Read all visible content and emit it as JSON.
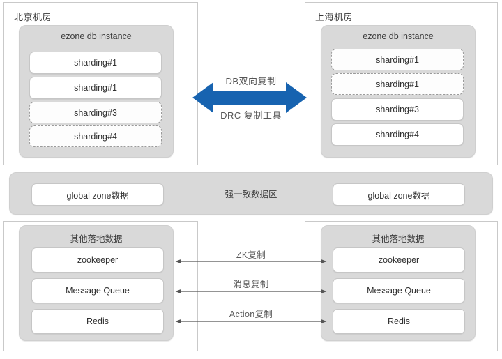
{
  "colors": {
    "arrow_blue": "#1763b0",
    "group_gray": "#d9d9d9",
    "panel_border": "#c9c9c9",
    "line_gray": "#555555",
    "chip_white": "#ffffff"
  },
  "left_datacenter": {
    "title": "北京机房",
    "db_group": {
      "title": "ezone db instance",
      "shards": [
        {
          "label": "sharding#1",
          "style": "solid"
        },
        {
          "label": "sharding#1",
          "style": "solid"
        },
        {
          "label": "sharding#3",
          "style": "dashed"
        },
        {
          "label": "sharding#4",
          "style": "dashed"
        }
      ]
    },
    "landing_group": {
      "title": "其他落地数据",
      "items": [
        {
          "label": "zookeeper"
        },
        {
          "label": "Message Queue"
        },
        {
          "label": "Redis"
        }
      ]
    },
    "global_zone_label": "global zone数据"
  },
  "right_datacenter": {
    "title": "上海机房",
    "db_group": {
      "title": "ezone db instance",
      "shards": [
        {
          "label": "sharding#1",
          "style": "dashed"
        },
        {
          "label": "sharding#1",
          "style": "dashed"
        },
        {
          "label": "sharding#3",
          "style": "solid"
        },
        {
          "label": "sharding#4",
          "style": "solid"
        }
      ]
    },
    "landing_group": {
      "title": "其他落地数据",
      "items": [
        {
          "label": "zookeeper"
        },
        {
          "label": "Message Queue"
        },
        {
          "label": "Redis"
        }
      ]
    },
    "global_zone_label": "global zone数据"
  },
  "center": {
    "db_arrow_top_label": "DB双向复制",
    "db_arrow_bottom_label": "DRC 复制工具",
    "consistency_band_label": "强一致数据区",
    "replication_arrows": [
      {
        "label": "ZK复制"
      },
      {
        "label": "消息复制"
      },
      {
        "label": "Action复制"
      }
    ]
  }
}
